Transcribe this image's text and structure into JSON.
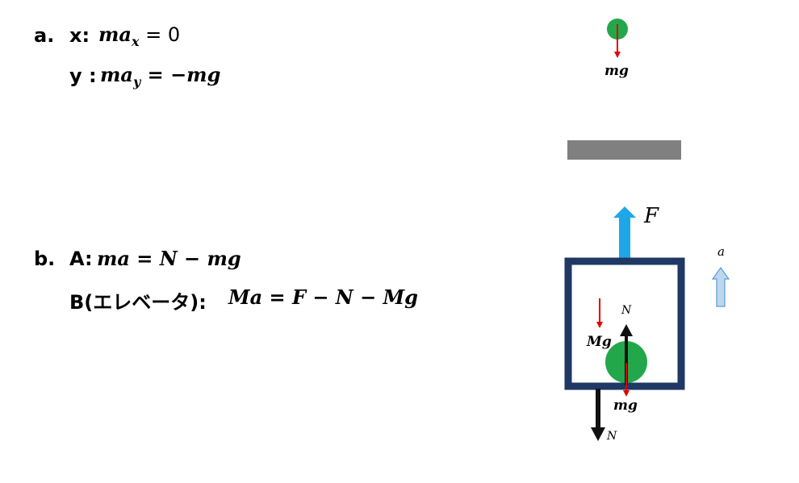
{
  "part_a": {
    "marker": "a.",
    "x_label": "x:",
    "x_eq": "ma",
    "x_sub": "x",
    "x_rhs": " = 0",
    "y_label": "y :",
    "y_eq": "ma",
    "y_sub": "y",
    "y_rhs": " = −mg"
  },
  "part_b": {
    "marker": "b.",
    "a_label": "A:",
    "a_eq": "ma  =  N − mg",
    "b_label": "B(エレベータ):",
    "b_eq": "Ma  =  F − N − Mg"
  },
  "diagram": {
    "top_ball_force": "mg",
    "lift_force": "F",
    "accel": "a",
    "inner_N_up": "N",
    "inner_Mg": "Mg",
    "inner_mg": "mg",
    "bottom_N": "N",
    "colors": {
      "ball": "#22A84A",
      "gravity_arrow": "#E00000",
      "lift_arrow": "#1EA7E8",
      "box_border": "#1F3864",
      "ceiling": "#808080",
      "accel_arrow_fill": "#BDD7EE",
      "accel_arrow_stroke": "#5B9BD5"
    }
  }
}
